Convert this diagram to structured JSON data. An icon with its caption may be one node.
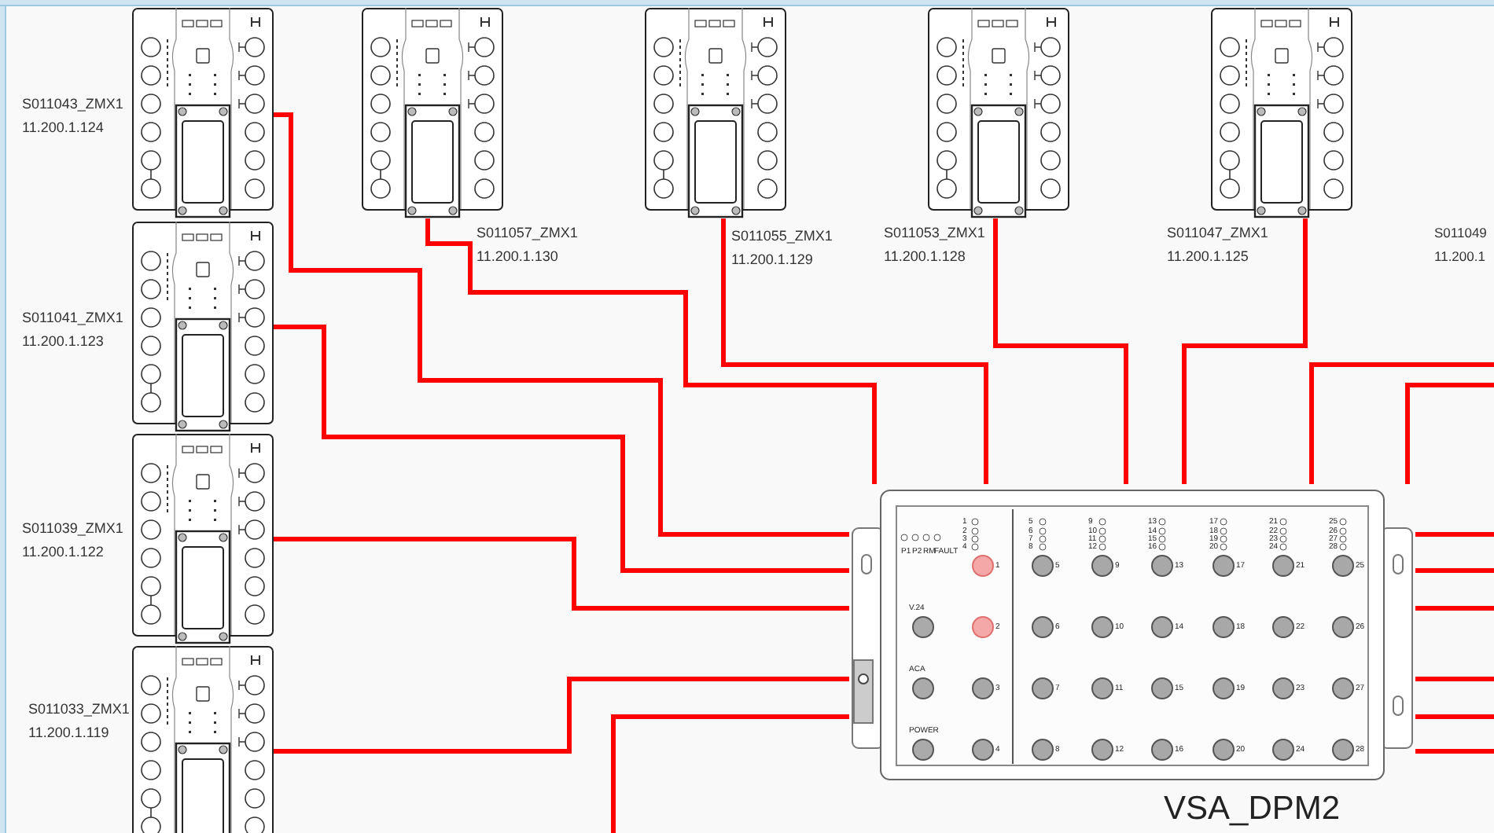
{
  "diagram": {
    "nodes": [
      {
        "text": [],
        "shape": "picture",
        "beside": [
          "S011043_ZMX1",
          "11.200.1.124"
        ]
      },
      {
        "text": [],
        "shape": "picture",
        "beside": [
          "S011057_ZMX1",
          "11.200.1.130"
        ]
      },
      {
        "text": [],
        "shape": "picture",
        "beside": [
          "S011055_ZMX1",
          "11.200.1.129"
        ]
      },
      {
        "text": [],
        "shape": "picture",
        "beside": [
          "S011053_ZMX1",
          "11.200.1.128"
        ]
      },
      {
        "text": [],
        "shape": "picture",
        "beside": [
          "S011047_ZMX1",
          "11.200.1.125"
        ]
      },
      {
        "text": [],
        "shape": "picture",
        "beside": [
          "S011041_ZMX1",
          "11.200.1.123"
        ]
      },
      {
        "text": [],
        "shape": "picture",
        "beside": [
          "S011039_ZMX1",
          "11.200.1.122"
        ]
      },
      {
        "text": [
          "P1",
          "P2",
          "RM",
          "FAULT",
          "V.24",
          "ACA",
          "POWER",
          "1",
          "2",
          "3",
          "4",
          "5",
          "6",
          "7",
          "8",
          "9",
          "10",
          "11",
          "12",
          "13",
          "14",
          "15",
          "16",
          "17",
          "18",
          "19",
          "20",
          "21",
          "22",
          "23",
          "24",
          "25",
          "26",
          "27",
          "28",
          "1",
          "2",
          "3",
          "4",
          "5",
          "6",
          "7",
          "8",
          "9",
          "10",
          "11",
          "12",
          "13",
          "14",
          "15",
          "16",
          "17",
          "18",
          "19",
          "20",
          "21",
          "22",
          "23",
          "24",
          "25",
          "26",
          "27",
          "28"
        ],
        "beside": [
          "VSA_DPM2"
        ]
      },
      {
        "text": [],
        "shape": "picture",
        "beside": [
          "S011033_ZMX1",
          "11.200.1.119"
        ]
      }
    ],
    "edges": [
      {
        "from": 0,
        "to": 7,
        "arrow": "none"
      },
      {
        "from": 5,
        "to": 7,
        "arrow": "none"
      },
      {
        "from": 6,
        "to": 7,
        "arrow": "none"
      },
      {
        "from": 8,
        "to": 7,
        "arrow": "none"
      },
      {
        "from": 1,
        "to": 7,
        "arrow": "none"
      },
      {
        "from": 2,
        "to": 7,
        "arrow": "none"
      },
      {
        "from": 3,
        "to": 7,
        "arrow": "none"
      },
      {
        "from": 4,
        "to": 7,
        "arrow": "none"
      },
      {
        "from": null,
        "to": 7,
        "arrow": "none"
      },
      {
        "from": null,
        "to": 7,
        "arrow": "none"
      },
      {
        "from": null,
        "to": 7,
        "arrow": "none"
      },
      {
        "from": 7,
        "to": null,
        "arrow": "none"
      },
      {
        "from": 7,
        "to": null,
        "arrow": "none"
      },
      {
        "from": 7,
        "to": null,
        "arrow": "none"
      },
      {
        "from": 7,
        "to": null,
        "arrow": "none"
      },
      {
        "from": 7,
        "to": null,
        "arrow": "none"
      },
      {
        "from": 7,
        "to": null,
        "arrow": "none"
      }
    ],
    "labels": [
      "S011049",
      "11.200.1"
    ]
  }
}
